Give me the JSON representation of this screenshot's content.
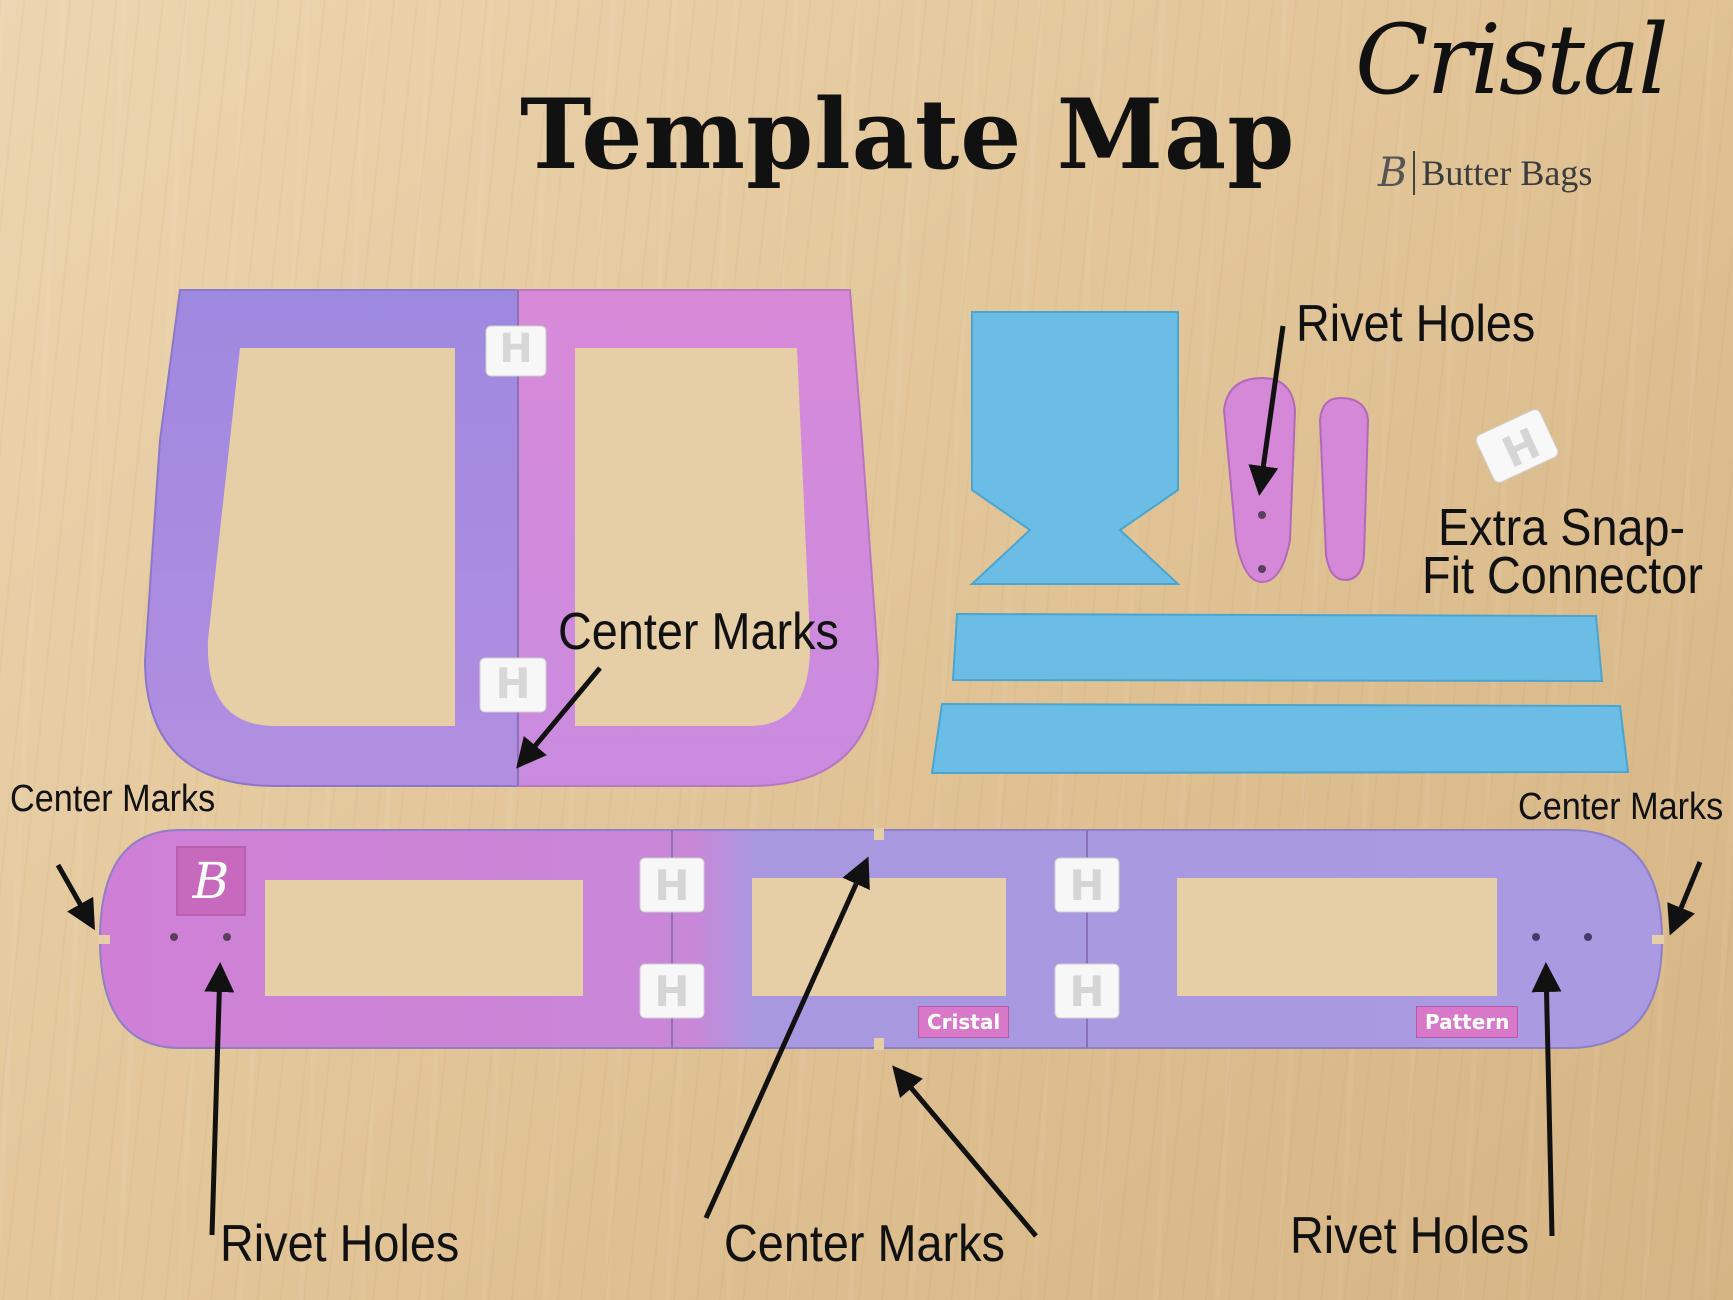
{
  "title": "Template Map",
  "brand": {
    "name": "Cristal",
    "sub": "Butter Bags",
    "initial": "B"
  },
  "labels": {
    "rivet_holes_top": "Rivet Holes",
    "extra_snap_line1": "Extra Snap-",
    "extra_snap_line2": "Fit Connector",
    "center_marks_mid": "Center Marks",
    "center_marks_left": "Center Marks",
    "center_marks_right": "Center Marks",
    "rivet_holes_bottom_left": "Rivet Holes",
    "center_marks_bottom": "Center Marks",
    "rivet_holes_bottom_right": "Rivet Holes"
  },
  "tags": {
    "left": "Cristal",
    "right": "Pattern"
  },
  "colors": {
    "purple": "#a78ce0",
    "pink": "#d98ad8",
    "blue": "#6dbde6",
    "white": "#f7f7f7"
  }
}
